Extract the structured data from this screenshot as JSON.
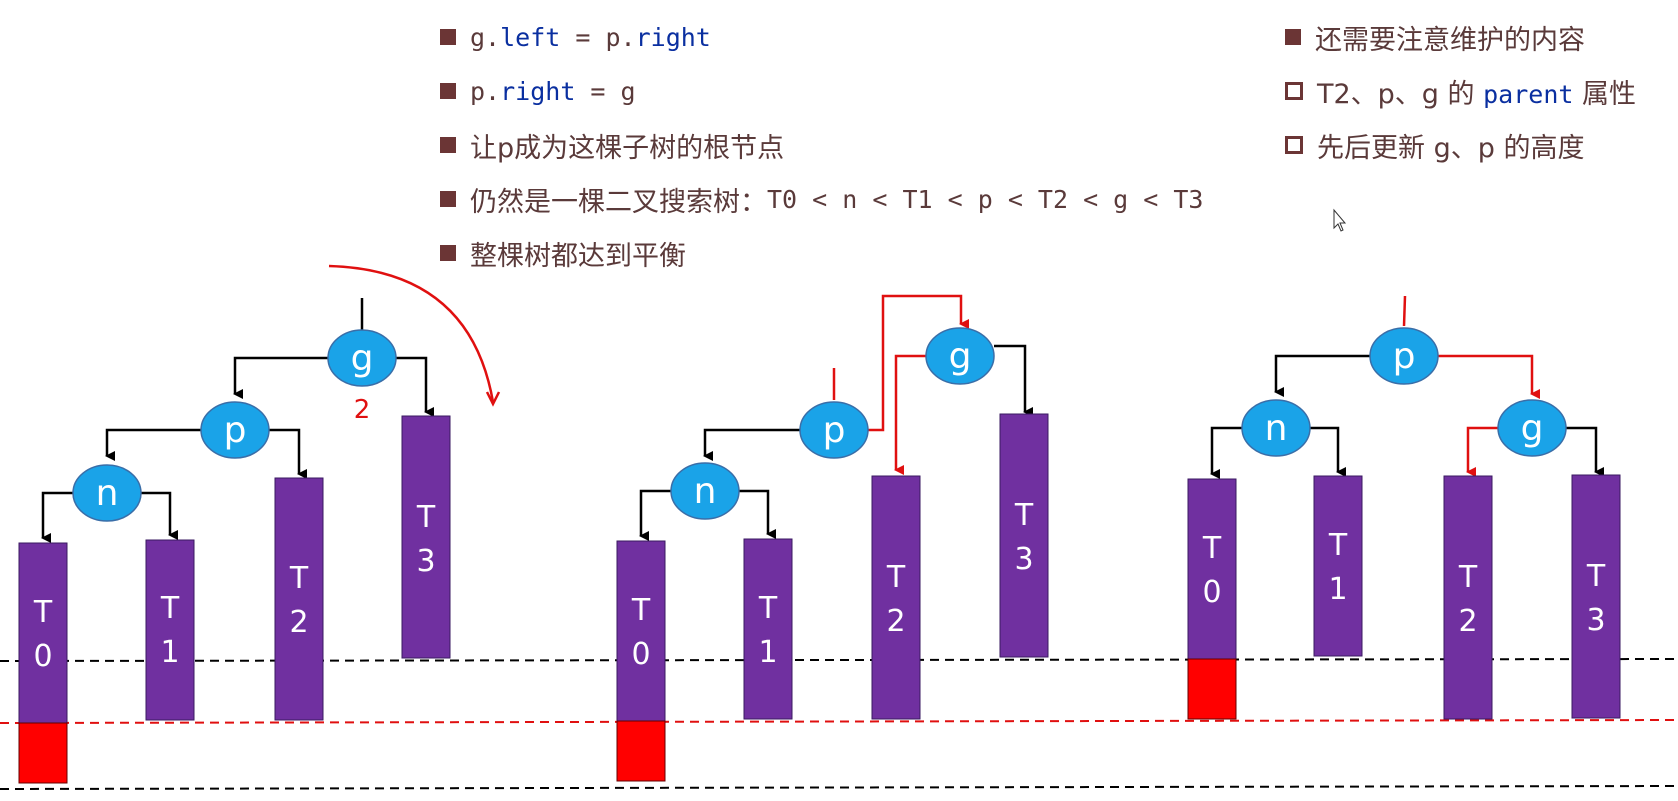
{
  "bullets_left": [
    {
      "tokens": [
        {
          "t": "g.",
          "c": "vr"
        },
        {
          "t": "left",
          "c": "kw"
        },
        {
          "t": " = p.",
          "c": "vr"
        },
        {
          "t": "right",
          "c": "kw"
        }
      ]
    },
    {
      "tokens": [
        {
          "t": "p.",
          "c": "vr"
        },
        {
          "t": "right",
          "c": "kw"
        },
        {
          "t": " = g",
          "c": "vr"
        }
      ]
    },
    {
      "text": "让p成为这棵子树的根节点"
    },
    {
      "text": "仍然是一棵二叉搜索树：",
      "mono_tail": "T0 < n < T1 < p < T2 < g < T3"
    },
    {
      "text": "整棵树都达到平衡"
    }
  ],
  "bullets_right": [
    {
      "text": "还需要注意维护的内容",
      "marker": "filled"
    },
    {
      "marker": "hollow",
      "tokens": [
        {
          "t": "T2、p、g 的 ",
          "c": "vr"
        },
        {
          "t": "parent",
          "c": "kw"
        },
        {
          "t": " 属性",
          "c": "vr"
        }
      ]
    },
    {
      "marker": "hollow",
      "text": "先后更新 g、p 的高度"
    }
  ],
  "diagrams": {
    "d1": {
      "g": "g",
      "p": "p",
      "n": "n",
      "balance": "2",
      "subtrees": [
        [
          "T",
          "0"
        ],
        [
          "T",
          "1"
        ],
        [
          "T",
          "2"
        ],
        [
          "T",
          "3"
        ]
      ]
    },
    "d2": {
      "g": "g",
      "p": "p",
      "n": "n",
      "subtrees": [
        [
          "T",
          "0"
        ],
        [
          "T",
          "1"
        ],
        [
          "T",
          "2"
        ],
        [
          "T",
          "3"
        ]
      ]
    },
    "d3": {
      "g": "g",
      "p": "p",
      "n": "n",
      "subtrees": [
        [
          "T",
          "0"
        ],
        [
          "T",
          "1"
        ],
        [
          "T",
          "2"
        ],
        [
          "T",
          "3"
        ]
      ]
    }
  },
  "colors": {
    "node": "#1aa3e8",
    "subtree": "#7030a0",
    "red": "#ff0000",
    "arrow_red": "#e01010",
    "text": "#5a3a3a",
    "keyword": "#0a2fa0"
  }
}
